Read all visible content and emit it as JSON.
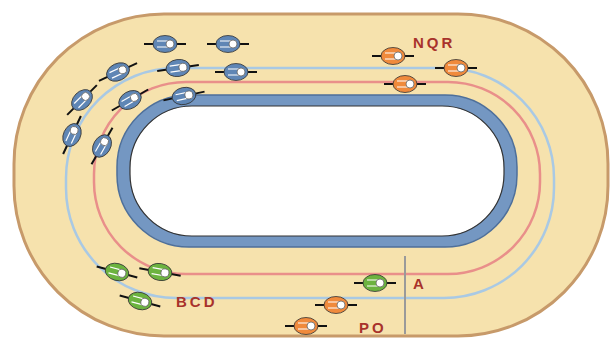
{
  "diagram": {
    "labels": [
      "NQR",
      "BCD",
      "A",
      "PO"
    ]
  }
}
